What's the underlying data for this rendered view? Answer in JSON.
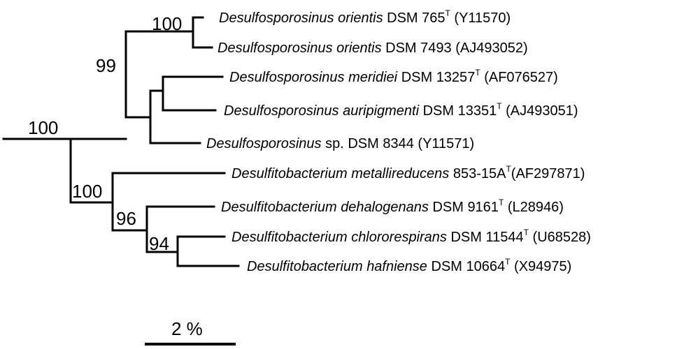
{
  "tree": {
    "taxa": [
      {
        "id": "t1",
        "genus": "Desulfosporosinus",
        "epithet": "orientis",
        "strain": "DSM 765",
        "type_strain": "T",
        "accession": "(Y11570)"
      },
      {
        "id": "t2",
        "genus": "Desulfosporosinus",
        "epithet": "orientis",
        "strain": "DSM 7493",
        "type_strain": "",
        "accession": "(AJ493052)"
      },
      {
        "id": "t3",
        "genus": "Desulfosporosinus",
        "epithet": "meridiei",
        "strain": "DSM 13257",
        "type_strain": "T",
        "accession": "(AF076527)"
      },
      {
        "id": "t4",
        "genus": "Desulfosporosinus",
        "epithet": "auripigmenti",
        "strain": "DSM 13351",
        "type_strain": "T",
        "accession": "(AJ493051)"
      },
      {
        "id": "t5",
        "genus": "Desulfosporosinus",
        "epithet": "",
        "sp": "sp.",
        "strain": "DSM 8344",
        "type_strain": "",
        "accession": "(Y11571)"
      },
      {
        "id": "t6",
        "genus": "Desulfitobacterium",
        "epithet": "metallireducens",
        "strain": "853-15A",
        "type_strain": "T",
        "accession": "(AF297871)"
      },
      {
        "id": "t7",
        "genus": "Desulfitobacterium",
        "epithet": "dehalogenans",
        "strain": "DSM 9161",
        "type_strain": "T",
        "accession": "(L28946)"
      },
      {
        "id": "t8",
        "genus": "Desulfitobacterium",
        "epithet": "chlororespirans",
        "strain": "DSM 11544",
        "type_strain": "T",
        "accession": "(U68528)"
      },
      {
        "id": "t9",
        "genus": "Desulfitobacterium",
        "epithet": "hafniense",
        "strain": "DSM 10664",
        "type_strain": "T",
        "accession": "(X94975)"
      }
    ],
    "bootstrap": {
      "root": "100",
      "desulfosporosinus": "99",
      "orientis": "100",
      "desulfitobacterium": "100",
      "dehalo_group": "96",
      "chloro_hafniense": "94"
    },
    "scale_bar": {
      "label": "2 %"
    }
  }
}
